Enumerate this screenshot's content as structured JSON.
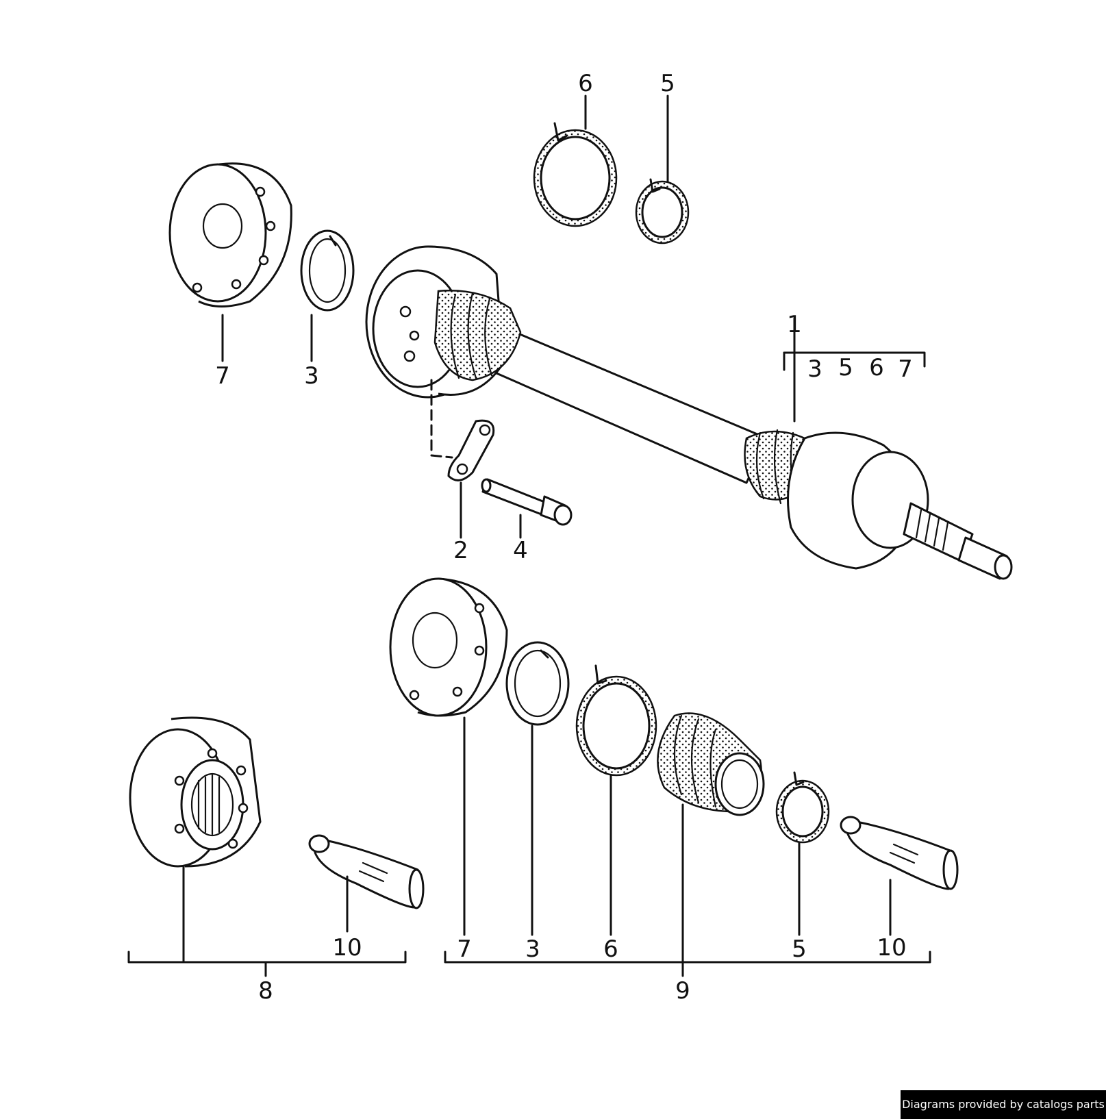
{
  "callouts": {
    "c1": "1",
    "c1_sub": [
      "3",
      "5",
      "6",
      "7"
    ],
    "c2": "2",
    "c3_top": "3",
    "c3_bottom": "3",
    "c4": "4",
    "c5_top": "5",
    "c5_bottom": "5",
    "c6_top": "6",
    "c6_bottom": "6",
    "c7_top": "7",
    "c7_bottom": "7",
    "c8": "8",
    "c9": "9",
    "c10_left": "10",
    "c10_right": "10"
  },
  "credit": "Diagrams provided by catalogs parts"
}
